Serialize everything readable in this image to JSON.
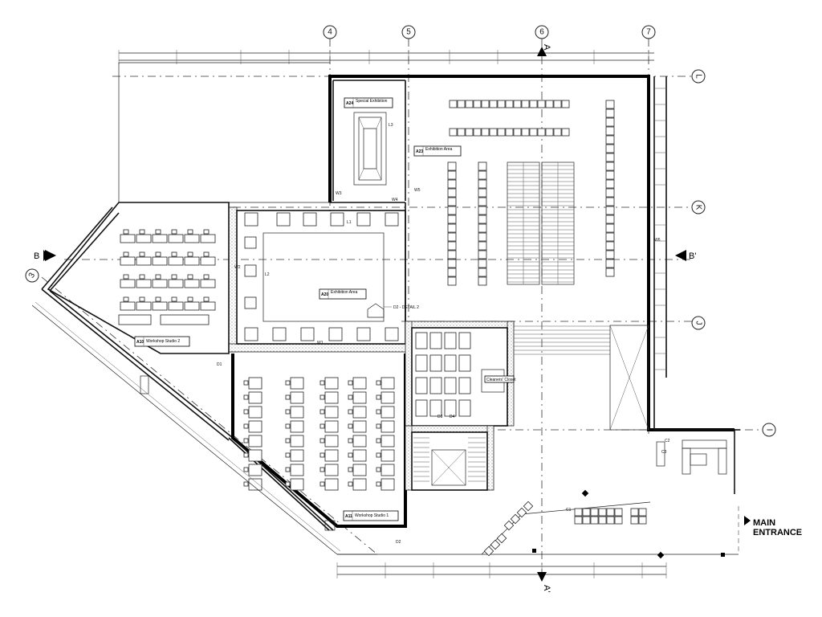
{
  "grid": {
    "columns": [
      "4",
      "5",
      "6",
      "7"
    ],
    "rows": [
      "L",
      "K",
      "J",
      "I"
    ],
    "diagonal": "3"
  },
  "sections": {
    "b_left": "B",
    "b_right": "B'",
    "a_top": "A",
    "a_bottom": "A'"
  },
  "entrance": {
    "line1": "MAIN",
    "line2": "ENTRANCE"
  },
  "rooms": {
    "special_exhibition": {
      "id": "A24",
      "name": "Special Exhibition"
    },
    "exhibition_area_top": {
      "id": "A23",
      "name": "Exhibition Area"
    },
    "exhibition_area_mid": {
      "id": "A20",
      "name": "Exhibition Area"
    },
    "workshop_studio_2": {
      "id": "A10",
      "name": "Workshop Studio 2"
    },
    "workshop_studio_1": {
      "id": "A11",
      "name": "Workshop Studio 1"
    },
    "cleaners_closet": {
      "name": "Cleaners' Closet"
    }
  },
  "callouts": {
    "detail_2": "D2 - DETAIL 2"
  },
  "tags": {
    "w1": "W1",
    "w2": "W2",
    "w3": "W3",
    "w4": "W4",
    "w5": "W5",
    "w6": "W6",
    "l1": "L1",
    "l2": "L2",
    "l3": "L3",
    "d1": "D1",
    "d2": "D2",
    "d3": "D3",
    "d4": "D4",
    "c1": "C1",
    "c2": "C2",
    "c3": "C3"
  }
}
